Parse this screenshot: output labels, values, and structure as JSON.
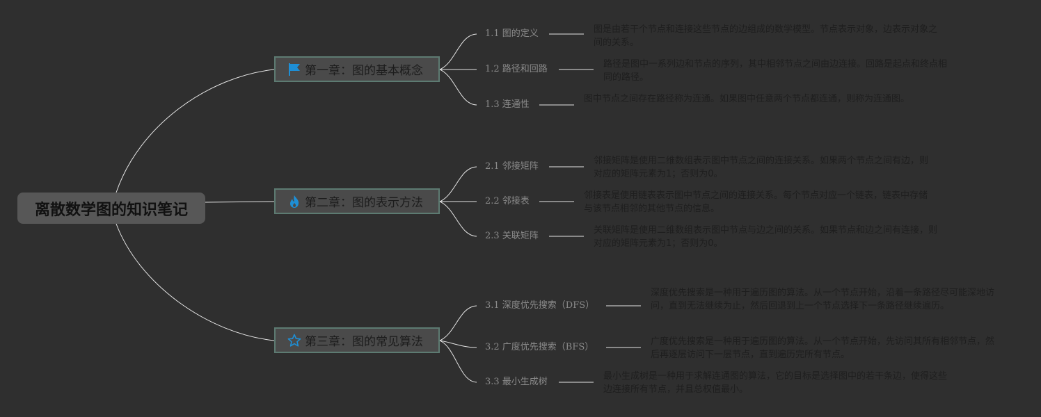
{
  "root": {
    "title": "离散数学图的知识笔记"
  },
  "chapters": [
    {
      "title": "第一章：图的基本概念",
      "icon": "flag-icon",
      "sections": [
        {
          "label": "1.1 图的定义",
          "text": "图是由若干个节点和连接这些节点的边组成的数学模型。节点表示对象，边表示对象之间的关系。"
        },
        {
          "label": "1.2 路径和回路",
          "text": "路径是图中一系列边和节点的序列，其中相邻节点之间由边连接。回路是起点和终点相同的路径。"
        },
        {
          "label": "1.3 连通性",
          "text": "图中节点之间存在路径称为连通。如果图中任意两个节点都连通，则称为连通图。"
        }
      ]
    },
    {
      "title": "第二章：图的表示方法",
      "icon": "flame-icon",
      "sections": [
        {
          "label": "2.1 邻接矩阵",
          "text": "邻接矩阵是使用二维数组表示图中节点之间的连接关系。如果两个节点之间有边，则对应的矩阵元素为1；否则为0。"
        },
        {
          "label": "2.2 邻接表",
          "text": "邻接表是使用链表表示图中节点之间的连接关系。每个节点对应一个链表，链表中存储与该节点相邻的其他节点的信息。"
        },
        {
          "label": "2.3 关联矩阵",
          "text": "关联矩阵是使用二维数组表示图中节点与边之间的关系。如果节点和边之间有连接，则对应的矩阵元素为1；否则为0。"
        }
      ]
    },
    {
      "title": "第三章：图的常见算法",
      "icon": "star-icon",
      "sections": [
        {
          "label": "3.1 深度优先搜索（DFS）",
          "text": "深度优先搜索是一种用于遍历图的算法。从一个节点开始，沿着一条路径尽可能深地访问，直到无法继续为止，然后回退到上一个节点选择下一条路径继续遍历。"
        },
        {
          "label": "3.2 广度优先搜索（BFS）",
          "text": "广度优先搜索是一种用于遍历图的算法。从一个节点开始，先访问其所有相邻节点，然后再逐层访问下一层节点，直到遍历完所有节点。"
        },
        {
          "label": "3.3 最小生成树",
          "text": "最小生成树是一种用于求解连通图的算法，它的目标是选择图中的若干条边，使得这些边连接所有节点，并且总权值最小。"
        }
      ]
    }
  ],
  "colors": {
    "background": "#2f2f2f",
    "connector": "#e6e6e6",
    "icon_accent": "#1e8fd6",
    "chapter_border": "#5d7b72"
  }
}
